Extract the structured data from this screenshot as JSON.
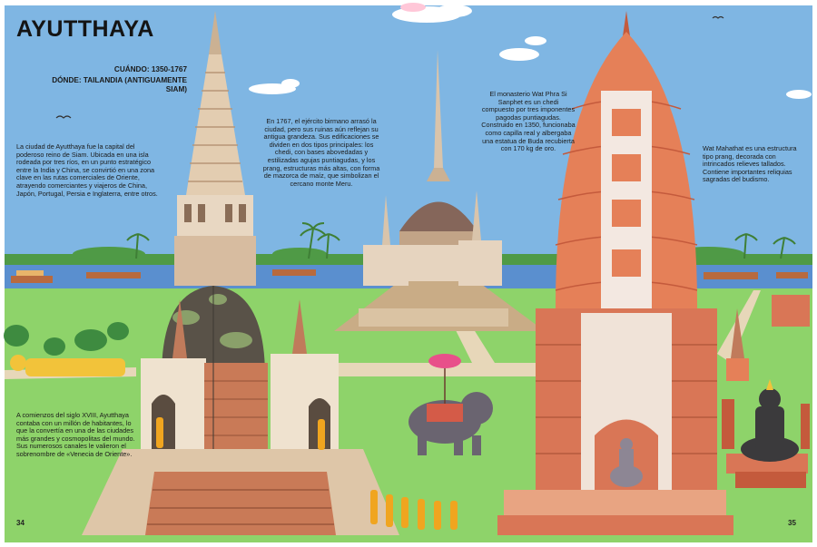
{
  "page": {
    "title": "AYUTTHAYA",
    "date_line": "CUÁNDO: 1350-1767",
    "place_line": "DÓNDE: TAILANDIA (ANTIGUAMENTE SIAM)",
    "paragraph_intro": "La ciudad de Ayutthaya fue la capital del poderoso reino de Siam. Ubicada en una isla rodeada por tres ríos, en un punto estratégico entre la India y China, se convirtió en una zona clave en las rutas comerciales de Oriente, atrayendo comerciantes y viajeros de China, Japón, Portugal, Persia e Inglaterra, entre otros.",
    "paragraph_ruins": "En 1767, el ejército birmano arrasó la ciudad, pero sus ruinas aún reflejan su antigua grandeza. Sus edificaciones se dividen en dos tipos principales: los chedi, con bases abovedadas y estilizadas agujas puntiagudas, y los prang, estructuras más altas, con forma de mazorca de maíz, que simbolizan el cercano monte Meru.",
    "paragraph_monastery": "El monasterio Wat Phra Si Sanphet es un chedi compuesto por tres imponentes pagodas puntiagudas. Construido en 1350, funcionaba como capilla real y albergaba una estatua de Buda recubierta con 170 kg de oro.",
    "paragraph_mahathat": "Wat Mahathat es una estructura tipo prang, decorada con intrincados relieves tallados. Contiene importantes reliquias sagradas del budismo.",
    "paragraph_population": "A comienzos del siglo XVIII, Ayutthaya contaba con un millón de habitantes, lo que la convertía en una de las ciudades más grandes y cosmopolitas del mundo. Sus numerosos canales le valieron el sobrenombre de «Venecia de Oriente».",
    "page_left": "34",
    "page_right": "35"
  },
  "colors": {
    "sky": "#7fb6e3",
    "grass": "#8ed36a",
    "river": "#5a8fcf",
    "prang": "#e58058",
    "chedi_stone": "#d9c4ab",
    "path": "#e7d7b9"
  },
  "icons": {
    "birds": "bird-icon",
    "clouds": "cloud-icon"
  }
}
